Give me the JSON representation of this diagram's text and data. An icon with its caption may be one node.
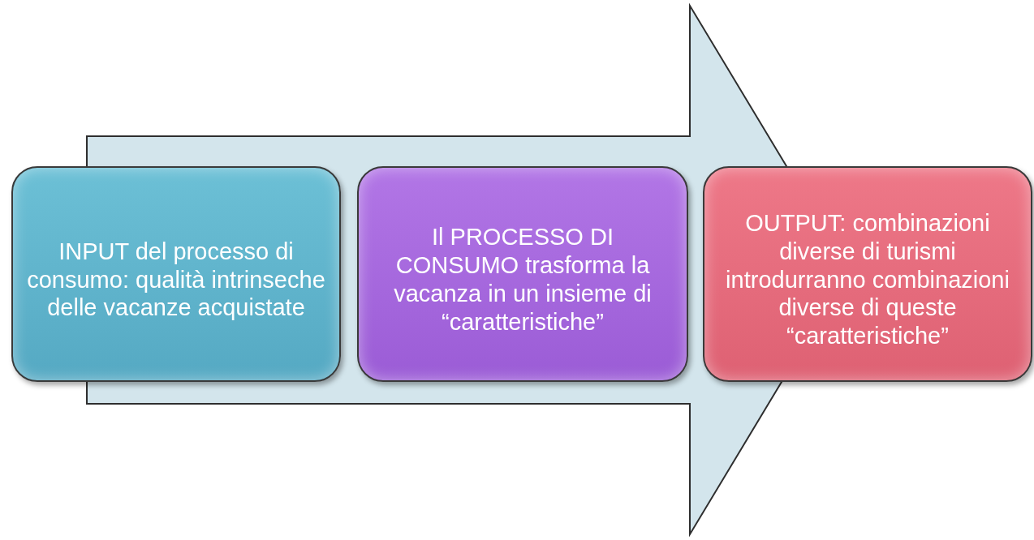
{
  "diagram": {
    "nodes": [
      {
        "text": [
          "INPUT del processo di consumo: qualità intrinseche delle vacanze acquistate"
        ]
      },
      {
        "text": [
          "Il PROCESSO DI CONSUMO trasforma la vacanza in un insieme di “caratteristiche”"
        ]
      },
      {
        "text": [
          "OUTPUT: combinazioni diverse di turismi introdurranno combinazioni diverse di queste “caratteristiche”"
        ]
      }
    ],
    "edges": [
      {
        "from": 0,
        "to": 2,
        "arrow": "to",
        "style": "thick"
      }
    ]
  }
}
